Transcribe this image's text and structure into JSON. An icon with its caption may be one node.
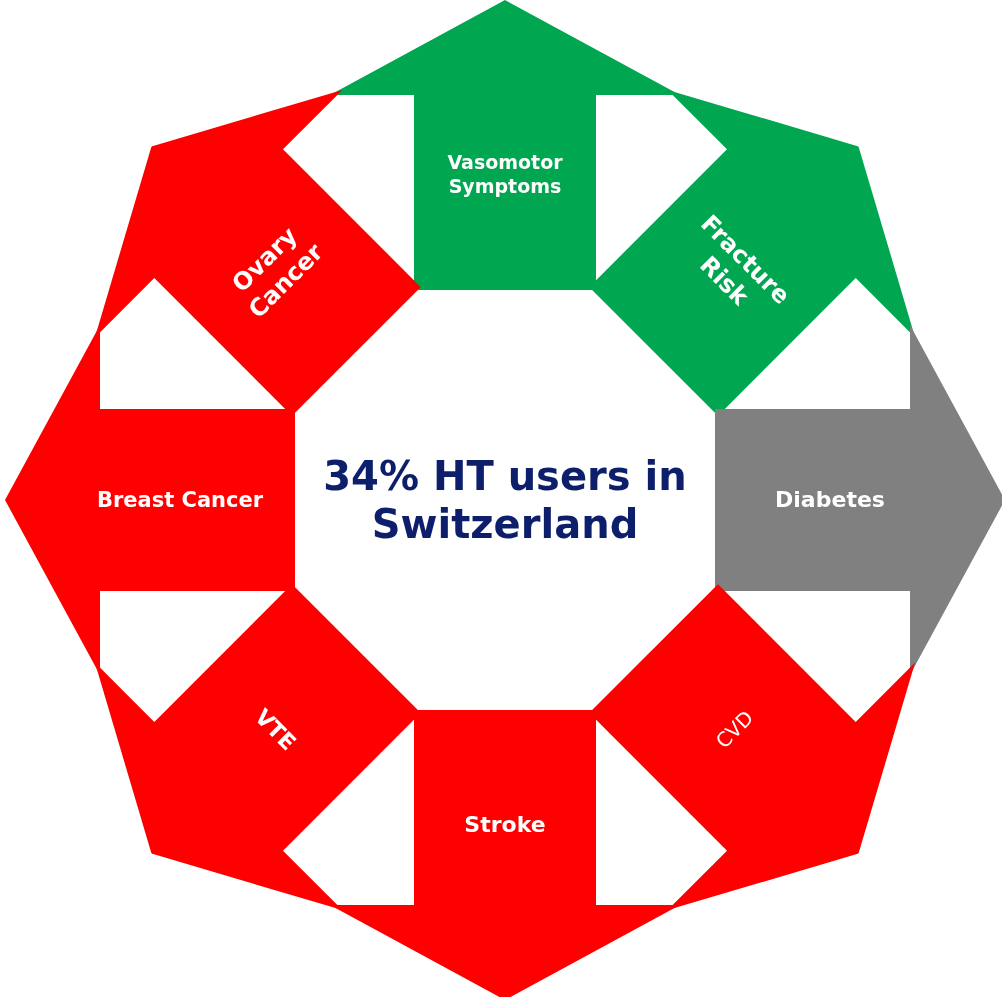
{
  "diagram": {
    "nodes": [
      {
        "text": [
          "Vasomotor Symptoms"
        ]
      },
      {
        "text": [
          "Ovary Cancer"
        ]
      },
      {
        "text": [
          "Fracture Risk"
        ]
      },
      {
        "text": [
          "Breast Cancer"
        ]
      },
      {
        "text": [
          "Diabetes"
        ]
      },
      {
        "text": [
          "VTE"
        ]
      },
      {
        "text": [
          "CVD"
        ]
      },
      {
        "text": [
          "Stroke"
        ]
      }
    ],
    "labels": [
      "34% HT users in Switzerland"
    ]
  }
}
